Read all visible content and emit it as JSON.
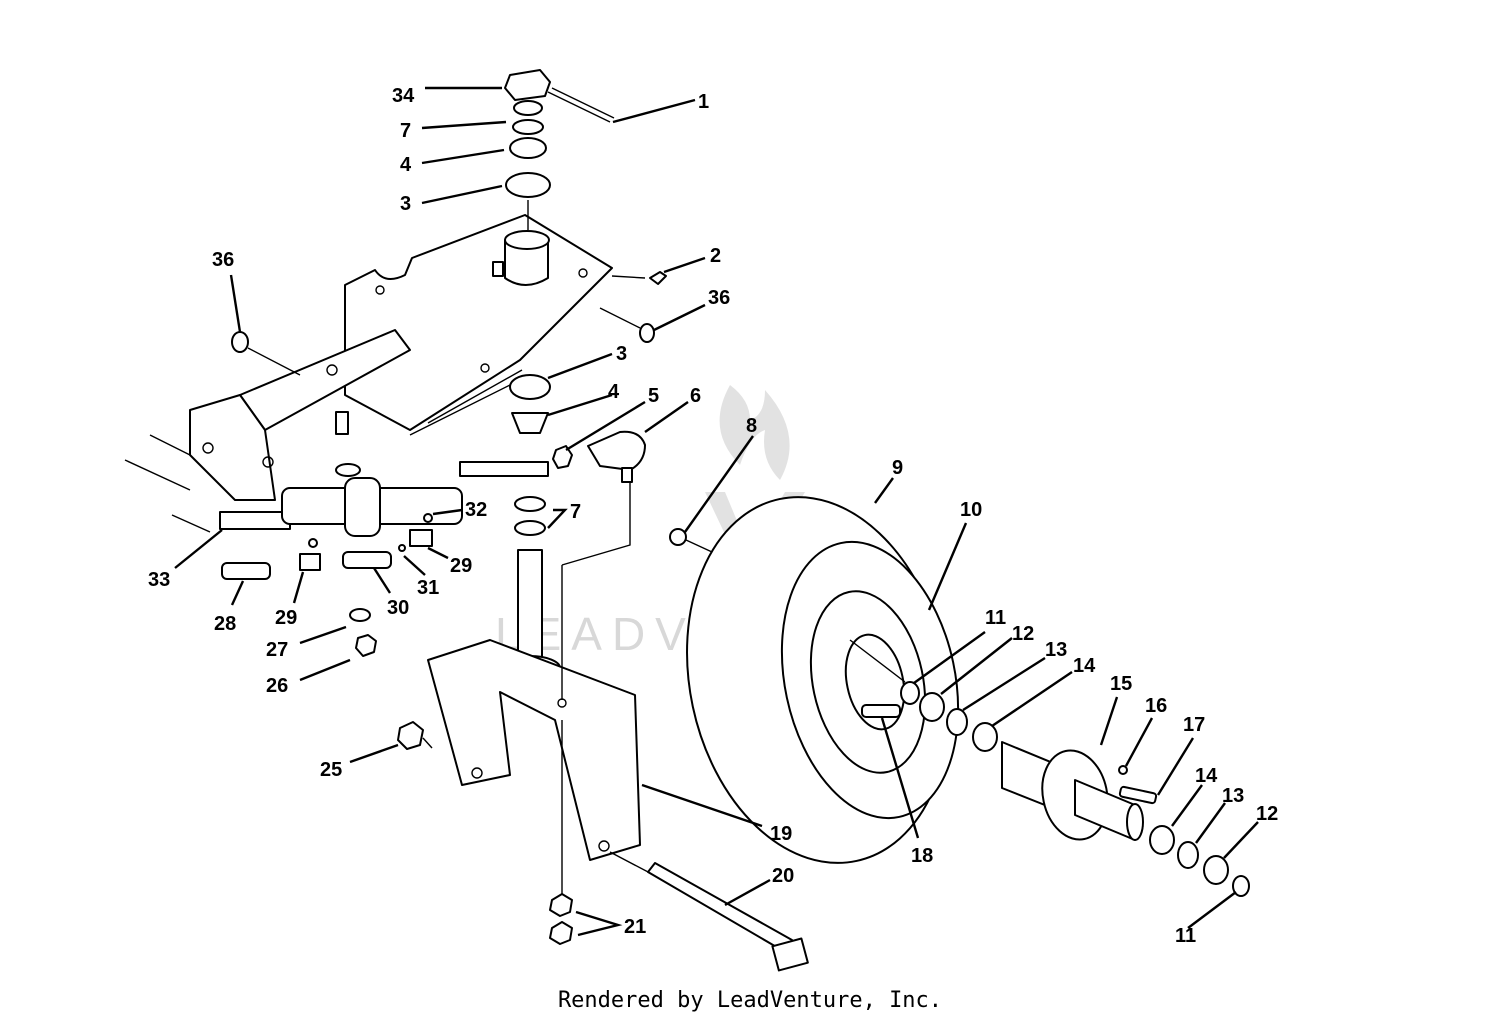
{
  "footer": {
    "credit": "Rendered by LeadVenture, Inc."
  },
  "watermark": {
    "text": "LEADVENTURE"
  },
  "callouts": [
    "34",
    "1",
    "7",
    "4",
    "3",
    "36",
    "2",
    "36",
    "3",
    "4",
    "5",
    "6",
    "8",
    "9",
    "10",
    "11",
    "12",
    "13",
    "14",
    "15",
    "16",
    "17",
    "14",
    "13",
    "12",
    "11",
    "7",
    "32",
    "33",
    "28",
    "29",
    "29",
    "31",
    "30",
    "27",
    "26",
    "25",
    "18",
    "19",
    "20",
    "21"
  ],
  "colors": {
    "ink": "#000000",
    "paper": "#ffffff",
    "watermark": "#d8d8d8"
  }
}
